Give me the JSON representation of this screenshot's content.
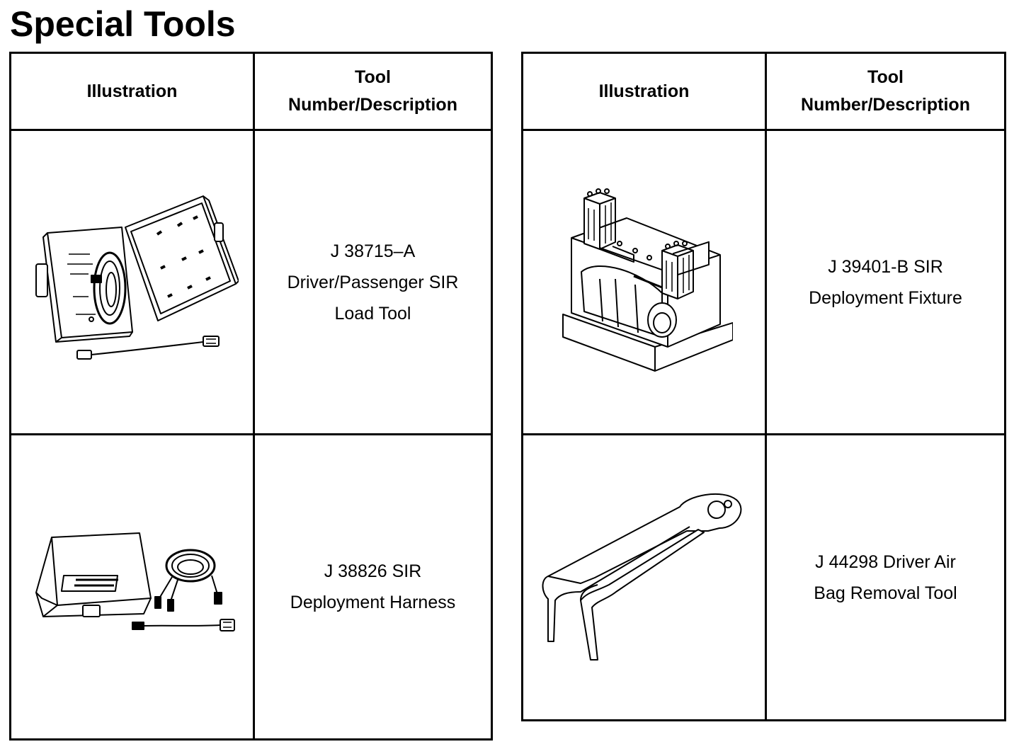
{
  "page": {
    "title": "Special Tools"
  },
  "tables": [
    {
      "headers": {
        "illustration": "Illustration",
        "tool_line1": "Tool",
        "tool_line2": "Number/Description"
      },
      "rows": [
        {
          "icon": "load-tool-case-illustration",
          "desc_lines": [
            "J 38715–A",
            "Driver/Passenger SIR",
            "Load Tool"
          ]
        },
        {
          "icon": "deployment-harness-kit-illustration",
          "desc_lines": [
            "J 38826 SIR",
            "Deployment Harness"
          ]
        }
      ]
    },
    {
      "headers": {
        "illustration": "Illustration",
        "tool_line1": "Tool",
        "tool_line2": "Number/Description"
      },
      "rows": [
        {
          "icon": "deployment-fixture-illustration",
          "desc_lines": [
            "J 39401-B SIR",
            "Deployment Fixture"
          ]
        },
        {
          "icon": "air-bag-removal-tool-illustration",
          "desc_lines": [
            "J 44298 Driver Air",
            "Bag Removal Tool"
          ]
        }
      ]
    }
  ]
}
